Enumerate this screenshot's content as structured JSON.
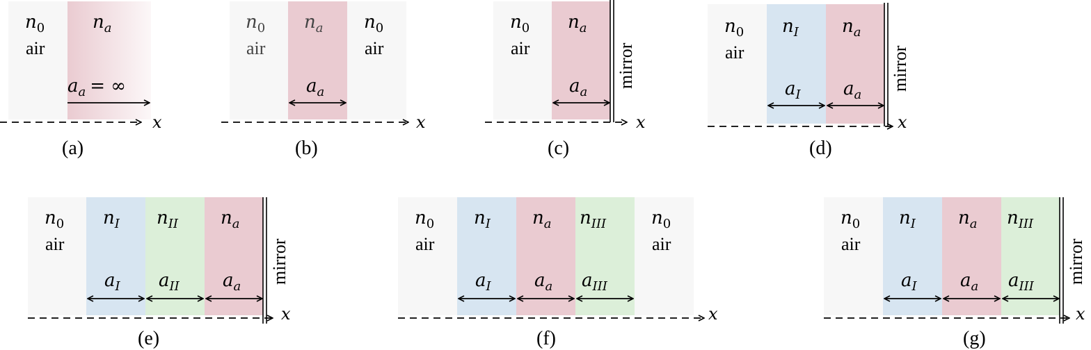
{
  "labels": {
    "n0": "n",
    "n0_sub": "0",
    "air": "air",
    "mirror": "mirror",
    "x": "x",
    "na": "n",
    "na_sub": "a",
    "nI": "n",
    "nI_sub": "I",
    "nII": "n",
    "nII_sub": "II",
    "nIII": "n",
    "nIII_sub": "III",
    "aa": "a",
    "aa_sub": "a",
    "aI": "a",
    "aI_sub": "I",
    "aII": "a",
    "aII_sub": "II",
    "aIII": "a",
    "aIII_sub": "III",
    "inf_eq": "= ∞"
  },
  "captions": {
    "a": "(a)",
    "b": "(b)",
    "c": "(c)",
    "d": "(d)",
    "e": "(e)",
    "f": "(f)",
    "g": "(g)"
  },
  "colors": {
    "air": "#f7f7f7",
    "active": "#eacbd1",
    "layer_I": "#d7e5f1",
    "layer_II": "#dcefd9",
    "layer_III": "#dcefd9",
    "ink": "#000000"
  }
}
